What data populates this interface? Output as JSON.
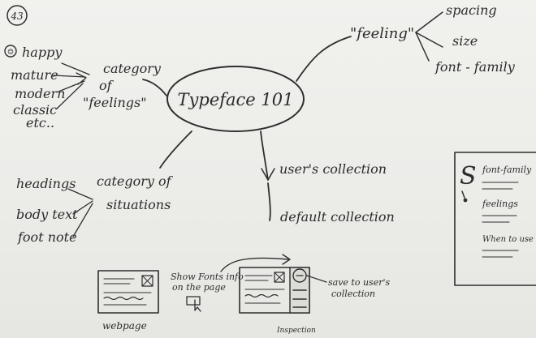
{
  "page_number": "43",
  "smiley_glyph": "☺",
  "center": {
    "title": "Typeface 101"
  },
  "feeling": {
    "title": "\"feeling\"",
    "items": [
      "spacing",
      "size",
      "font - family"
    ]
  },
  "feelings_category": {
    "line1": "category",
    "line2": "of",
    "line3": "\"feelings\"",
    "items": [
      "happy",
      "mature",
      "modern",
      "classic",
      "etc.."
    ]
  },
  "situations_category": {
    "line1": "category of",
    "line2": "situations",
    "items": [
      "headings",
      "body text",
      "foot note"
    ]
  },
  "collections": {
    "user": "user's collection",
    "default": "default collection"
  },
  "panel_sketch": {
    "letter": "S",
    "items": [
      "font-family",
      "feelings",
      "When to use"
    ]
  },
  "flow": {
    "webpage_label": "webpage",
    "show_fonts_line1": "Show Fonts info",
    "show_fonts_line2": "on the page",
    "save_line1": "save to user's",
    "save_line2": "collection",
    "inspection_label": "Inspection"
  }
}
